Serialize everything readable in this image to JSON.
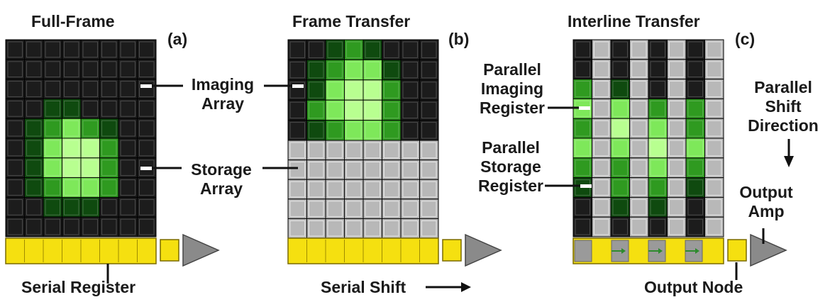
{
  "panels": [
    {
      "title": "Full-Frame",
      "letter": "(a)"
    },
    {
      "title": "Frame Transfer",
      "letter": "(b)"
    },
    {
      "title": "Interline Transfer",
      "letter": "(c)"
    }
  ],
  "labels": {
    "imaging_array": [
      "Imaging",
      "Array"
    ],
    "storage_array": [
      "Storage",
      "Array"
    ],
    "parallel_imaging_register": [
      "Parallel",
      "Imaging",
      "Register"
    ],
    "parallel_storage_register": [
      "Parallel",
      "Storage",
      "Register"
    ],
    "parallel_shift_direction": [
      "Parallel",
      "Shift",
      "Direction"
    ],
    "output_amp": [
      "Output",
      "Amp"
    ],
    "serial_register": "Serial Register",
    "serial_shift": "Serial Shift",
    "output_node": "Output Node"
  },
  "colors": {
    "black_pixel": "#1c1c1c",
    "gray_pixel": "#b8b8b8",
    "green_dark": "#0f4a0f",
    "green_mid": "#2f9a20",
    "green_light": "#7ee85a",
    "green_pale": "#b8ff90",
    "serial_register": "#f5e010",
    "output_amp": "#8a8a8a"
  },
  "icons": [
    "shift-arrow-icon",
    "output-amp-icon",
    "transfer-arrow-icon",
    "parallel-shift-arrow-icon"
  ]
}
